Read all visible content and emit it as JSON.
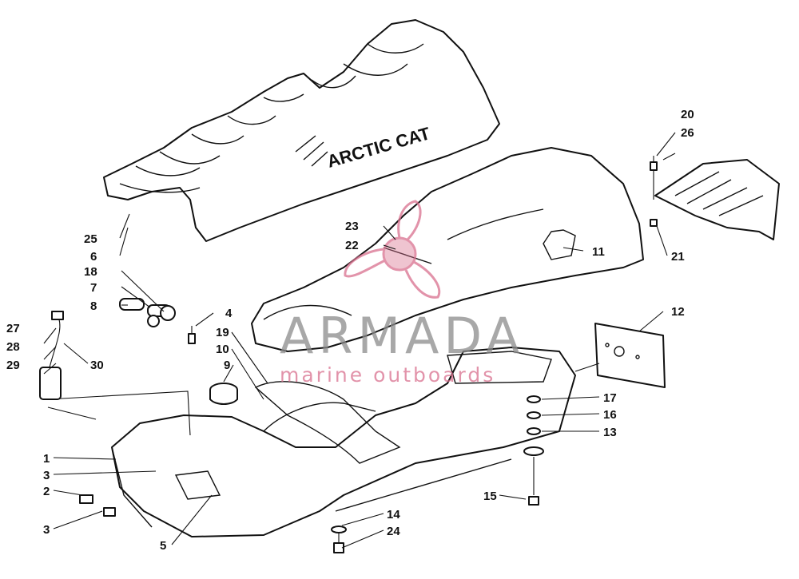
{
  "diagram": {
    "seat_brand_text": "ARCTIC CAT",
    "callouts": {
      "c1": "1",
      "c2": "2",
      "c3a": "3",
      "c3b": "3",
      "c4": "4",
      "c5": "5",
      "c6": "6",
      "c7": "7",
      "c8": "8",
      "c9": "9",
      "c10": "10",
      "c11": "11",
      "c12": "12",
      "c13": "13",
      "c14": "14",
      "c15": "15",
      "c16": "16",
      "c17": "17",
      "c18": "18",
      "c19": "19",
      "c20": "20",
      "c21": "21",
      "c22": "22",
      "c23": "23",
      "c24": "24",
      "c25": "25",
      "c26": "26",
      "c27": "27",
      "c28": "28",
      "c29": "29",
      "c30": "30"
    }
  },
  "watermark": {
    "title": "ARMADA",
    "subtitle": "marine outboards",
    "logo_color": "#d9708e"
  }
}
